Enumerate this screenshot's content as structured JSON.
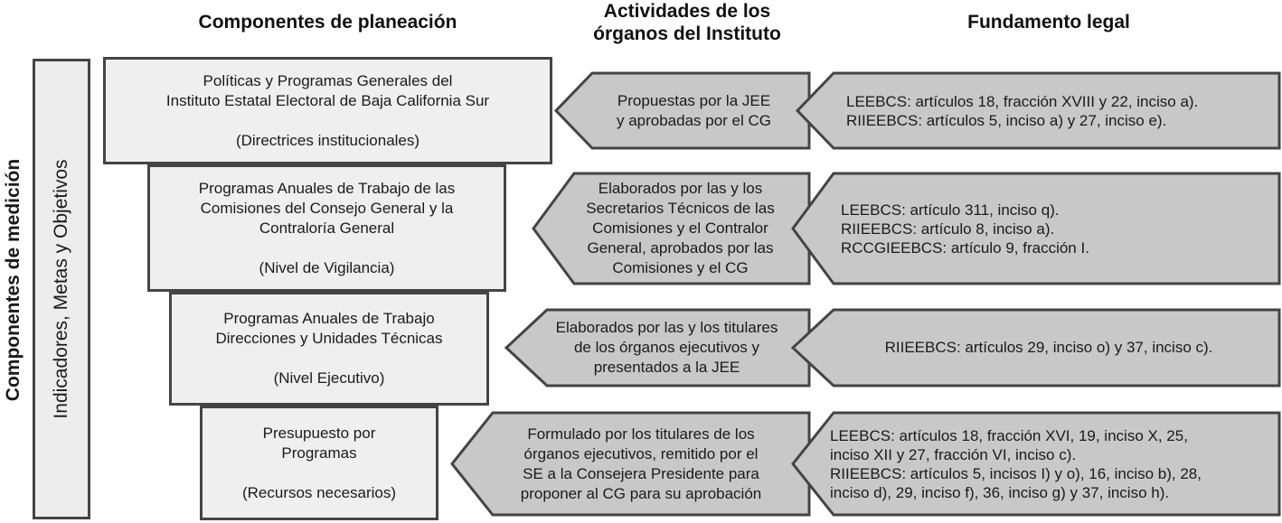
{
  "headers": {
    "planning": "Componentes de planeación",
    "activities_line1": "Actividades de los",
    "activities_line2": "órganos del Instituto",
    "legal": "Fundamento legal"
  },
  "side": {
    "outer": "Componentes de medición",
    "inner": "Indicadores, Metas y Objetivos"
  },
  "rows": [
    {
      "component": [
        "Políticas y Programas Generales del",
        "Instituto Estatal Electoral de Baja California Sur"
      ],
      "level": "(Directrices institucionales)",
      "activity": [
        "Propuestas por la JEE",
        "y aprobadas por el CG"
      ],
      "legal": [
        "LEEBCS: artículos 18, fracción XVIII y 22, inciso a).",
        "RIIEEBCS: artículos 5, inciso a) y 27, inciso e)."
      ]
    },
    {
      "component": [
        "Programas Anuales de Trabajo de las",
        "Comisiones del Consejo General y la",
        "Contraloría General"
      ],
      "level": "(Nivel de Vigilancia)",
      "activity": [
        "Elaborados por las y los",
        "Secretarios Técnicos de las",
        "Comisiones y el Contralor",
        "General, aprobados por las",
        "Comisiones y el CG"
      ],
      "legal": [
        "LEEBCS: artículo 311, inciso q).",
        "RIIEEBCS: artículo 8, inciso a).",
        "RCCGIEEBCS: artículo 9, fracción I."
      ]
    },
    {
      "component": [
        "Programas Anuales de Trabajo",
        "Direcciones y Unidades Técnicas"
      ],
      "level": "(Nivel Ejecutivo)",
      "activity": [
        "Elaborados por las y los titulares",
        "de los órganos ejecutivos y",
        "presentados a la JEE"
      ],
      "legal": [
        "RIIEEBCS: artículos 29, inciso o) y 37, inciso c)."
      ]
    },
    {
      "component": [
        "Presupuesto por",
        "Programas"
      ],
      "level": "(Recursos necesarios)",
      "activity": [
        "Formulado por los titulares de los",
        "órganos ejecutivos, remitido por el",
        "SE a la Consejera Presidente para",
        "proponer al CG para su aprobación"
      ],
      "legal": [
        "LEEBCS: artículos 18, fracción XVI, 19, inciso X, 25,",
        "inciso XII y 27, fracción VI, inciso c).",
        "RIIEEBCS: artículos 5, incisos I) y o), 16, inciso b), 28,",
        "inciso d), 29, inciso f), 36, inciso g) y 37, inciso h)."
      ]
    }
  ],
  "colors": {
    "box_fill": "#efefef",
    "arrow_fill": "#c8c8c8",
    "border": "#444444"
  }
}
